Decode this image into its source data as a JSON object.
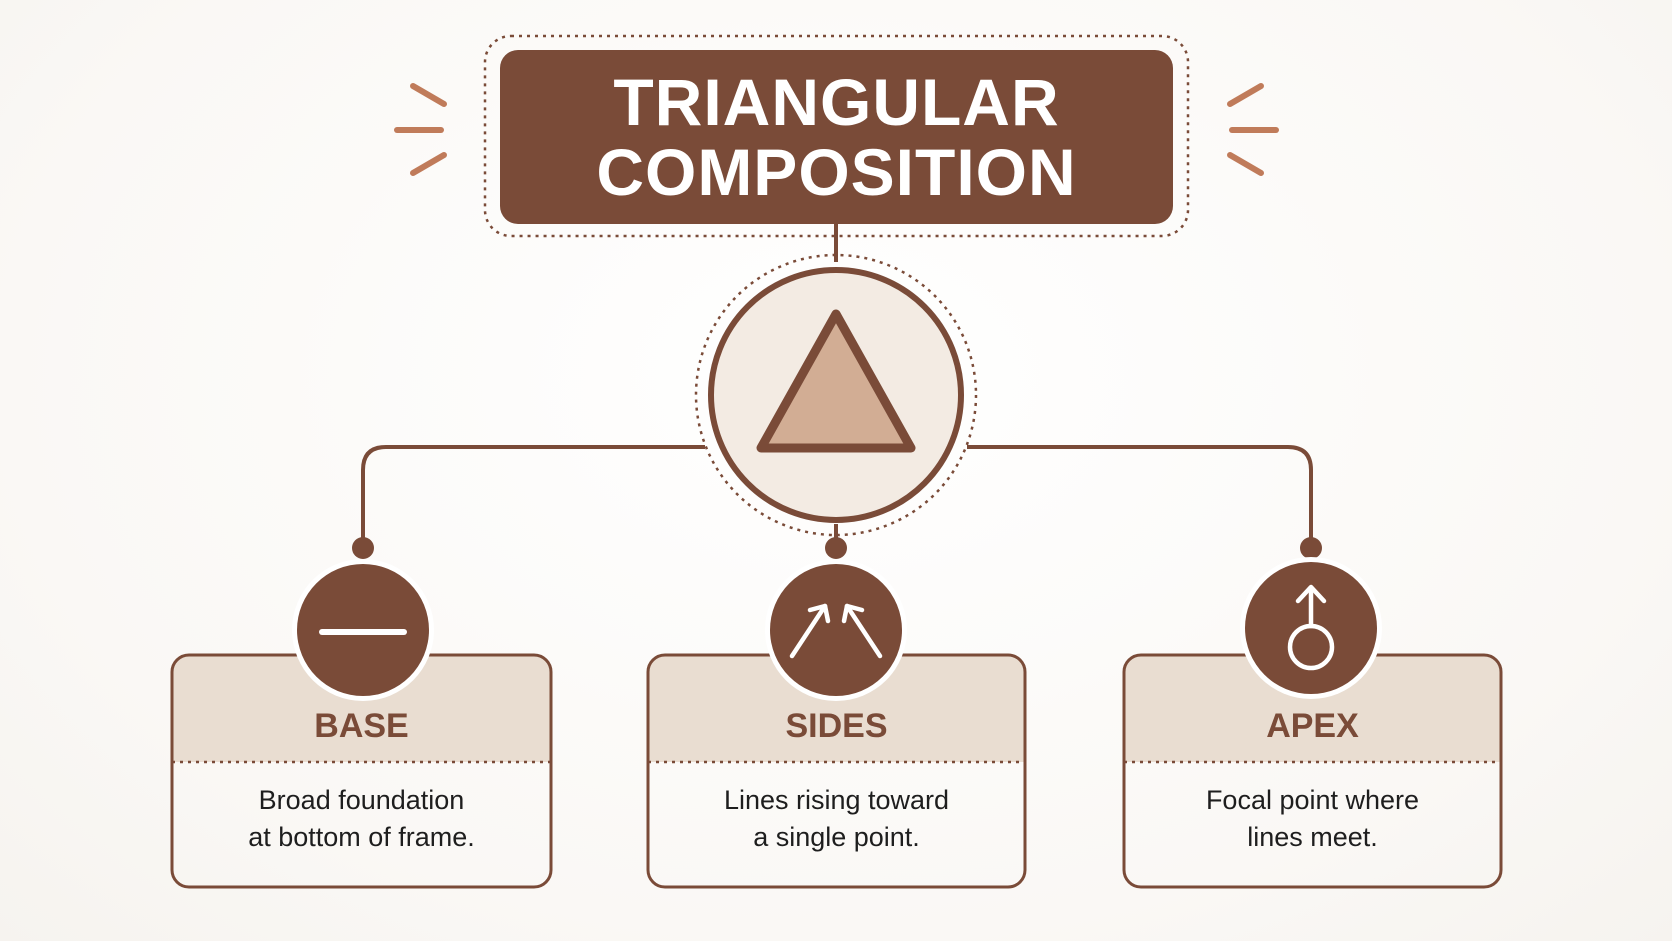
{
  "title": {
    "line1": "TRIANGULAR",
    "line2": "COMPOSITION"
  },
  "colors": {
    "primary_brown": "#7a4b38",
    "tan": "#e9ddd1",
    "triangle_fill": "#d2ad94",
    "circle_fill": "#f3ebe3",
    "accent_orange": "#c07b5a"
  },
  "center_icon": "triangle-icon",
  "cards": [
    {
      "icon": "horizontal-line-icon",
      "label": "BASE",
      "desc_line1": "Broad foundation",
      "desc_line2": "at bottom of frame."
    },
    {
      "icon": "converging-arrows-icon",
      "label": "SIDES",
      "desc_line1": "Lines rising toward",
      "desc_line2": "a single point."
    },
    {
      "icon": "circle-arrow-up-icon",
      "label": "APEX",
      "desc_line1": "Focal point where",
      "desc_line2": "lines meet."
    }
  ]
}
